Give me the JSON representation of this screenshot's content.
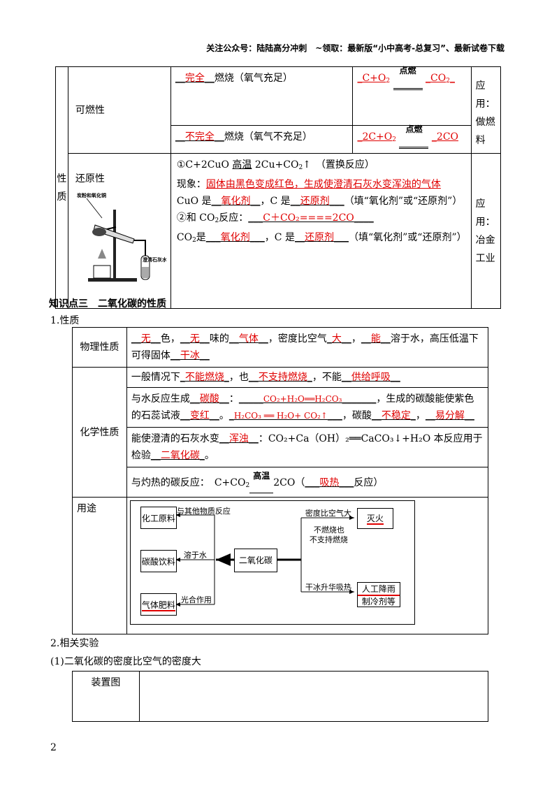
{
  "header": "关注公众号：陆陆高分冲刺　~领取：最新版“小中高考-总复习”、最新试卷下载",
  "table1": {
    "row_label": "性质",
    "combustible": {
      "label": "可燃性",
      "full_blank": "完全",
      "full_text": "燃烧（氧气充足）",
      "full_eq_left": "C+O",
      "full_eq_cond": "点燃",
      "full_eq_right": "CO",
      "partial_blank": "不完全",
      "partial_text": "燃烧（氧气不充足）",
      "partial_eq_left": "2C+O",
      "partial_eq_cond": "点燃",
      "partial_eq_right": "2CO",
      "application": "应用：做燃料"
    },
    "reducing": {
      "label": "还原性",
      "fig_label_top": "炭粉和氧化铜",
      "fig_label_right": "澄清石灰水",
      "eq1_a": "①C+2CuO",
      "eq1_cond": "高温",
      "eq1_b": "2Cu+CO",
      "eq1_c": "↑　（置换反应）",
      "phenomenon_label": "现象：",
      "phenomenon": "固体由黑色变成红色，生成使澄清石灰水变浑浊的气体",
      "cuo_is": "CuO 是",
      "oxidant": "氧化剂",
      "c_is": "，C 是",
      "reductant": "还原剂",
      "fill_note": "（填“氧化剂”或“还原剂”）",
      "eq2_intro": "②和 CO",
      "eq2_intro2": "反应：",
      "eq2": "C＋CO₂====2CO",
      "co2_is": "CO",
      "co2_is2": "是",
      "oxidant2": "氧化剂",
      "c_is2": "，C 是",
      "reductant2": "还原剂",
      "fill_note2": "（填“氧化剂”或“还原剂”）",
      "application": "应用：冶金工业"
    }
  },
  "section3_title": "知识点三　二氧化碳的性质",
  "sub1": "1.性质",
  "table2": {
    "physical_label": "物理性质",
    "p_color": "无",
    "p_t1": "色，",
    "p_smell": "无",
    "p_t2": "味的",
    "p_state": "气体",
    "p_t3": "，密度比空气",
    "p_dense": "大",
    "p_t4": "，",
    "p_can": "能",
    "p_t5": "溶于水，高压低温下可得固体",
    "p_solid": "干冰",
    "chemical_label": "化学性质",
    "c1_a": "一般情况下",
    "c1_b": "不能燃烧",
    "c1_c": "，也",
    "c1_d": "不支持燃烧",
    "c1_e": "，不能",
    "c1_f": "供给呼吸",
    "c2_a": "与水反应生成",
    "c2_b": "碳酸",
    "c2_c": "：",
    "c2_eq": "CO₂+H₂O══H₂CO₃",
    "c2_d": "，生成的碳酸能使紫色的石蕊试液",
    "c2_e": "变红",
    "c2_f": "。",
    "c2_eq2": "H₂CO₃ ══ H₂O+ CO₂↑",
    "c2_g": "，碳酸",
    "c2_h": "不稳定",
    "c2_i": "，",
    "c2_j": "易分解",
    "c3_a": "能使澄清的石灰水变",
    "c3_b": "浑浊",
    "c3_c": "：CO₂+Ca（OH）₂══CaCO₃↓+H₂O 本反应用于检验",
    "c3_d": "二氧化碳",
    "c3_e": "。",
    "c4_a": "与灼热的碳反应：　C+CO",
    "c4_cond": "高温",
    "c4_b": "2CO（",
    "c4_c": "吸热",
    "c4_d": "反应）",
    "usage_label": "用途",
    "diagram": {
      "center": "二氧化碳",
      "raw": "化工原料",
      "soda": "碳酸饮料",
      "fert": "气体肥料",
      "fire": "灭火",
      "rain": "人工降雨",
      "cool": "制冷剂等",
      "l_react": "与其他物质反应",
      "l_dissolve": "溶于水",
      "l_photo": "光合作用",
      "l_dense": "密度比空气大",
      "l_nonburn1": "不燃烧也",
      "l_nonburn2": "不支持燃烧",
      "l_sublime": "干冰升华吸热"
    }
  },
  "sub2": "2.相关实验",
  "sub2_1": "(1)二氧化碳的密度比空气的密度大",
  "table3": {
    "label": "装置图"
  },
  "page_number": "2"
}
